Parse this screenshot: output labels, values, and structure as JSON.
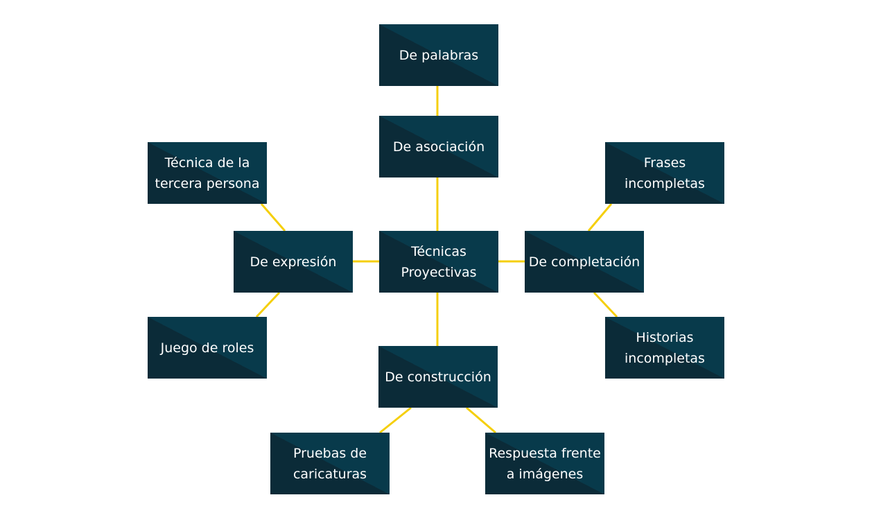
{
  "diagram": {
    "colors": {
      "node_dark": "#0b2b38",
      "node_light": "#083a4b",
      "connector": "#f5cf0c",
      "text": "#ffffff"
    },
    "nodes": {
      "center": "Técnicas\nProyectivas",
      "asociacion": "De asociación",
      "palabras": "De palabras",
      "expresion": "De expresión",
      "tercera_persona": "Técnica de la\ntercera persona",
      "juego_roles": "Juego de roles",
      "completacion": "De completación",
      "frases": "Frases\nincompletas",
      "historias": "Historias\nincompletas",
      "construccion": "De construcción",
      "caricaturas": "Pruebas de\ncaricaturas",
      "imagenes": "Respuesta frente\na imágenes"
    }
  }
}
